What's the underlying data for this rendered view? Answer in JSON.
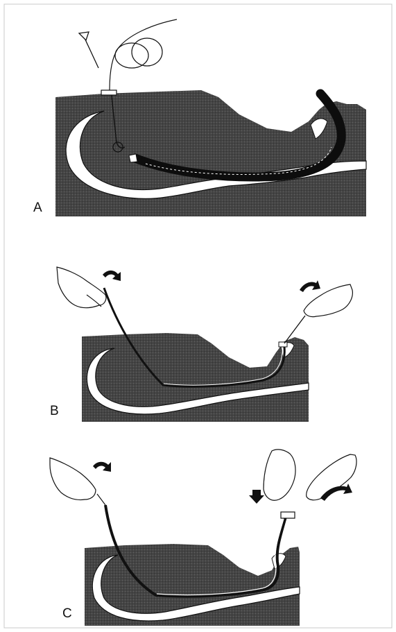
{
  "figure": {
    "panels": [
      {
        "label": "A"
      },
      {
        "label": "B"
      },
      {
        "label": "C"
      }
    ],
    "colors": {
      "body_fill": "#3f3f3f",
      "cavity_fill": "#ffffff",
      "ink": "#111111",
      "scope": "#0d0d0d",
      "background": "#ffffff"
    },
    "icons": [
      "hand-icon",
      "curved-arrow-icon",
      "down-arrow-icon",
      "needle-icon",
      "endoscope-icon"
    ]
  }
}
